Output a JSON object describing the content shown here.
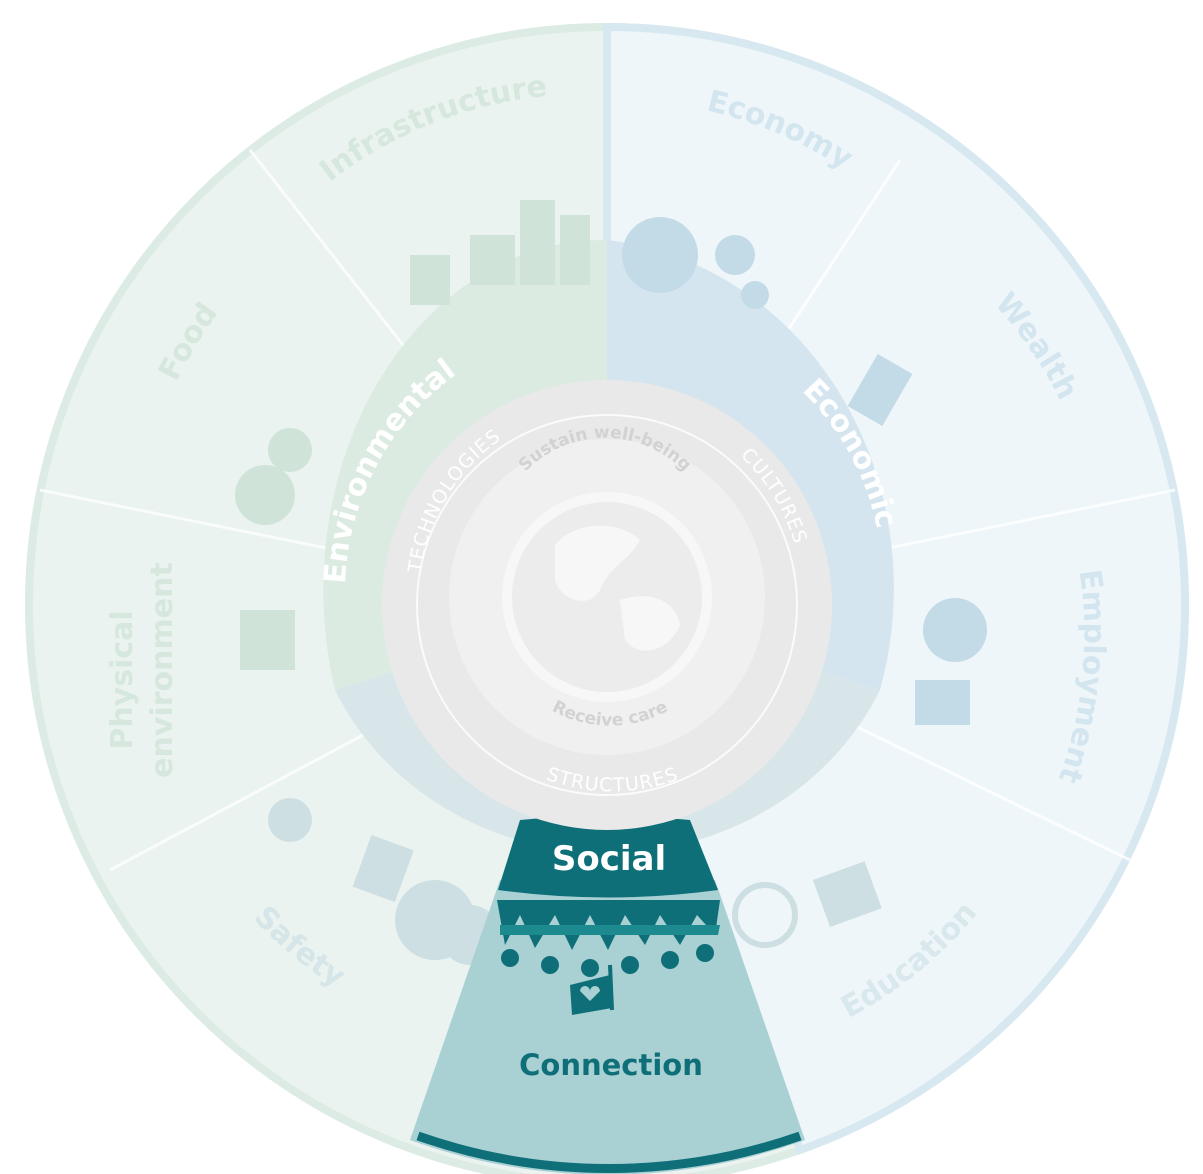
{
  "domains": {
    "environmental": "Environmental",
    "economic": "Economic",
    "social": "Social"
  },
  "outer_segments": {
    "infrastructure": "Infrastructure",
    "economy": "Economy",
    "wealth": "Wealth",
    "employment": "Employment",
    "education": "Education",
    "connection": "Connection",
    "safety": "Safety",
    "food": "Food",
    "physical_line1": "Physical",
    "physical_line2": "environment"
  },
  "core_ring": {
    "technologies": "TECHNOLOGIES",
    "cultures": "CULTURES",
    "structures": "STRUCTURES"
  },
  "inner": {
    "sustain": "Sustain well-being",
    "receive": "Receive care"
  },
  "highlight": "Connection",
  "colors": {
    "environmental_outer": "#edf4ef",
    "environmental_inner": "#dcebe2",
    "economic_outer": "#eef6fa",
    "economic_inner": "#d4e5ef",
    "social_inner": "#d8e6ea",
    "highlight_dark": "#0e6f79",
    "highlight_light": "#a9d0d3",
    "core_ring": "#e9e9e9",
    "core_center": "#f3f3f3"
  }
}
